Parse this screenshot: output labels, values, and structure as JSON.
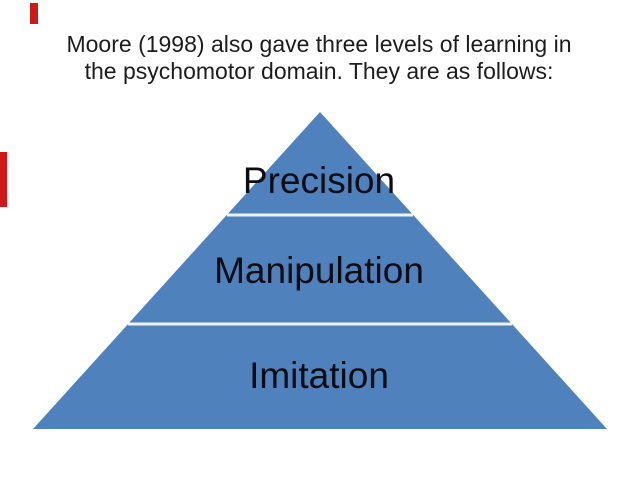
{
  "slide": {
    "title_line1": "Moore (1998) also gave three levels of learning in",
    "title_line2": "the psychomotor domain. They are as follows:",
    "pyramid": {
      "fill_color": "#4f81bd",
      "divider_color": "#eef3f9",
      "levels": [
        {
          "label": "Precision"
        },
        {
          "label": "Manipulation"
        },
        {
          "label": "Imitation"
        }
      ]
    },
    "marker_color": "#d01818"
  }
}
